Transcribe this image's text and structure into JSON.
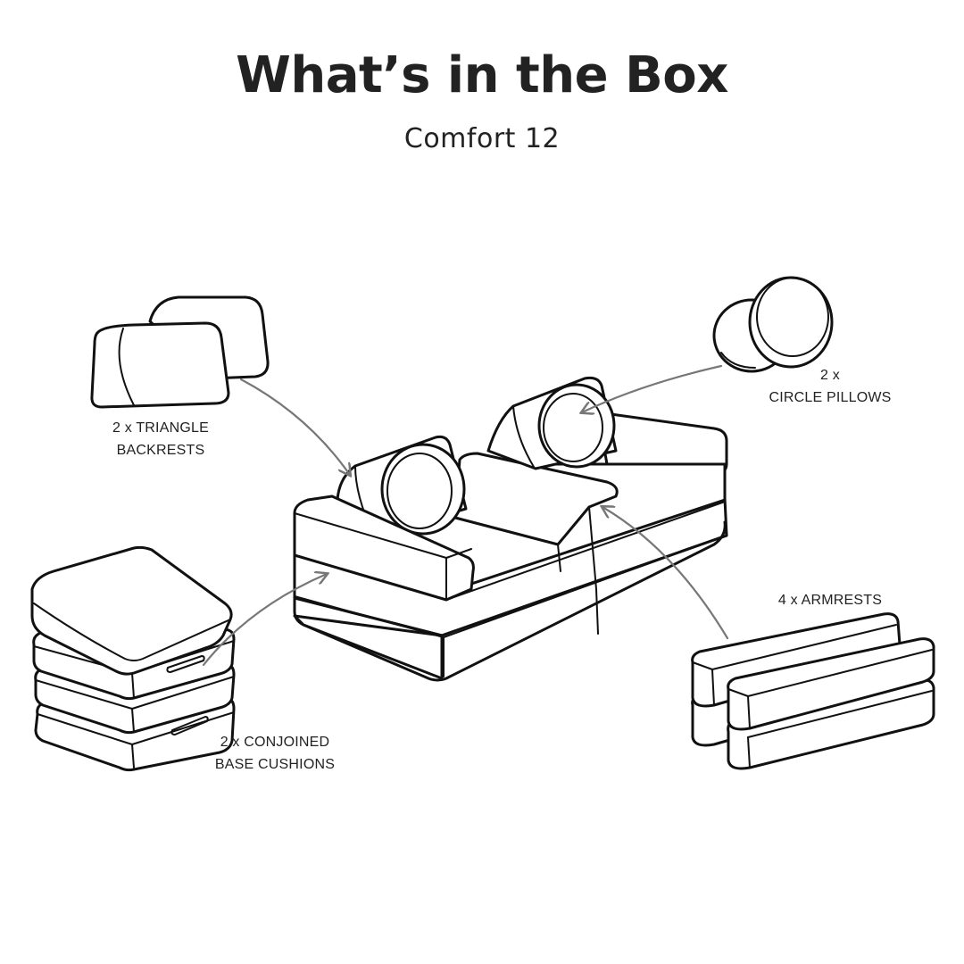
{
  "header": {
    "title": "What’s in the Box",
    "subtitle": "Comfort 12"
  },
  "components": [
    {
      "lines": [
        "2 x TRIANGLE",
        "BACKRESTS"
      ]
    },
    {
      "lines": [
        "2 x",
        "CIRCLE PILLOWS"
      ]
    },
    {
      "lines": [
        "4 x ARMRESTS"
      ]
    },
    {
      "lines": [
        "2 x CONJOINED",
        "BASE CUSHIONS"
      ]
    }
  ],
  "colors": {
    "ink": "#111111",
    "arrow": "#777777",
    "background": "#ffffff"
  }
}
